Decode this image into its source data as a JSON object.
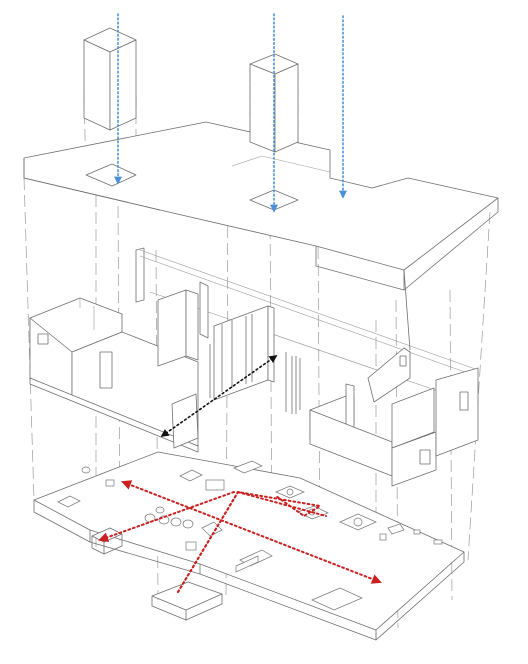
{
  "diagram": {
    "kind": "exploded-axonometric-house",
    "levels": [
      "roof",
      "upper-floor",
      "ground-floor"
    ],
    "colors": {
      "outline": "#6f6f6f",
      "guide": "#9a9a9a",
      "skylight_flow": "#4a90d9",
      "ground_circulation": "#cc2020",
      "upper_circulation": "#111111"
    },
    "arrows": [
      {
        "id": "skylight-1",
        "color": "blue"
      },
      {
        "id": "skylight-2",
        "color": "blue"
      },
      {
        "id": "roof-light",
        "color": "blue"
      },
      {
        "id": "upper-crossing",
        "color": "black"
      },
      {
        "id": "ground-diagonal-1",
        "color": "red"
      },
      {
        "id": "ground-diagonal-2",
        "color": "red"
      }
    ]
  }
}
